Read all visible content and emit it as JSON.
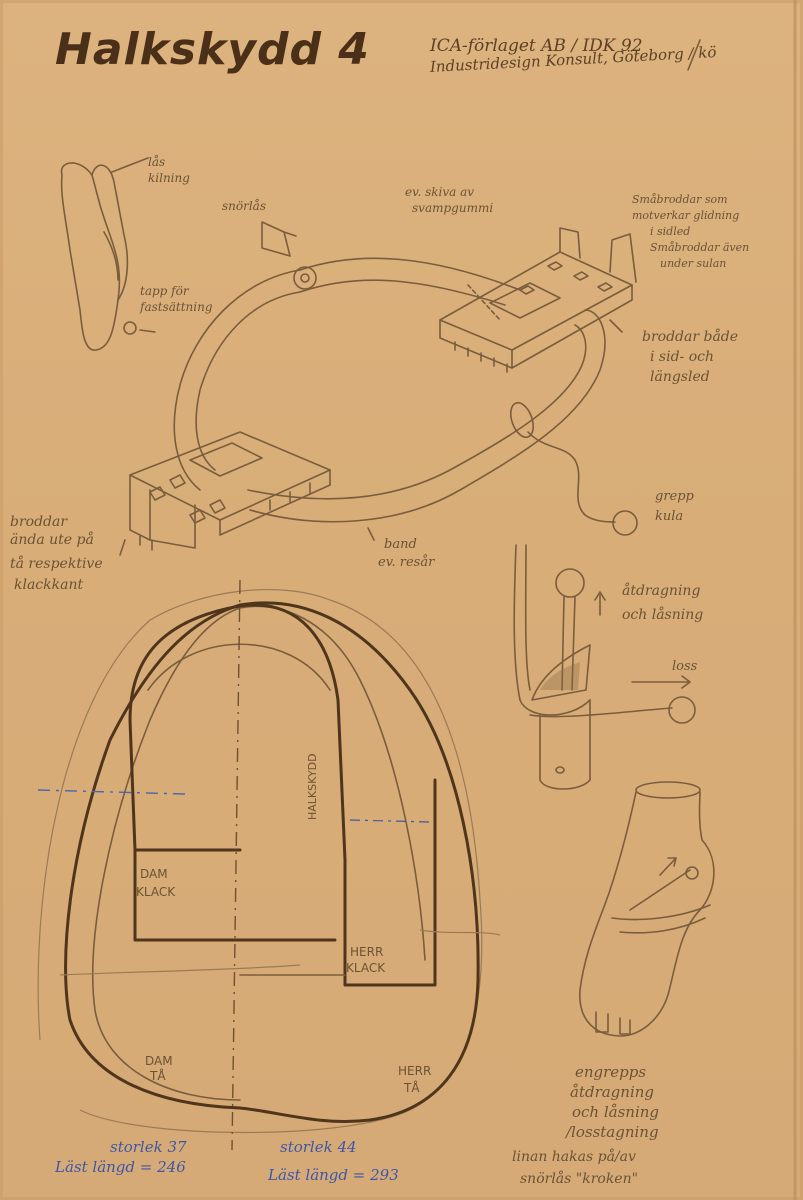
{
  "title": "Halkskydd 4",
  "header": {
    "line1": "ICA-förlaget AB  /  IDK 92",
    "line2": "Industridesign Konsult, Göteborg / kö"
  },
  "notes": {
    "las_kilning": [
      "lås",
      "kilning"
    ],
    "snorlas": "snörlås",
    "tapp": [
      "tapp för",
      "fastsättning"
    ],
    "svampgummi": [
      "ev. skiva av",
      "svampgummi"
    ],
    "smabroddar": [
      "Småbroddar som",
      "motverkar glidning",
      "i sidled",
      "Småbroddar även",
      "under sulan"
    ],
    "broddar_bade": [
      "broddar både",
      "i sid- och",
      "längsled"
    ],
    "grepp_kula": [
      "grepp",
      "kula"
    ],
    "broddar_ande": [
      "broddar",
      "ända ute på",
      "tå respektive",
      "klackkant"
    ],
    "band": [
      "band",
      "ev. resår"
    ],
    "atdragning": [
      "åtdragning",
      "och låsning"
    ],
    "loss": "loss",
    "engrepps": [
      "engrepps",
      "åtdragning",
      "och låsning",
      "/losstagning",
      "linan hakas på/av",
      "snörlås \"kroken\""
    ]
  },
  "outline_labels": {
    "halkskydd": "HALKSKYDD",
    "dam_klack": [
      "DAM",
      "KLACK"
    ],
    "herr_klack": [
      "HERR",
      "KLACK"
    ],
    "dam_ta": [
      "DAM",
      "TÅ"
    ],
    "herr_ta": [
      "HERR",
      "TÅ"
    ]
  },
  "sizes": {
    "left_size": "storlek 37",
    "left_length": "Läst längd = 246",
    "right_size": "storlek 44",
    "right_length": "Läst längd = 293"
  },
  "colors": {
    "paper": "#d9ae7a",
    "pencil": "#7a5d3d",
    "ink": "#4a3018",
    "blue_pen": "#3d56a8"
  }
}
